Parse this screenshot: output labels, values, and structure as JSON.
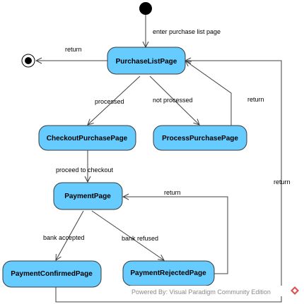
{
  "diagram": {
    "states": {
      "purchase_list": "PurchaseListPage",
      "checkout_purchase": "CheckoutPurchasePage",
      "process_purchase": "ProcessPurchasePage",
      "payment": "PaymentPage",
      "payment_confirmed": "PaymentConfirmedPage",
      "payment_rejected": "PaymentRejectedPage"
    },
    "transitions": {
      "enter": "enter purchase list page",
      "return_to_final": "return",
      "processed": "processed",
      "not_processed": "not processed",
      "return_from_process": "return",
      "proceed_to_checkout": "proceed to checkout",
      "bank_accepted": "bank accepted",
      "bank_refused": "bank refused",
      "return_from_rejected": "return",
      "return_from_confirmed": "return"
    },
    "watermark": "Powered By: Visual Paradigm Community Edition",
    "colors": {
      "state_fill": "#66CCFF",
      "state_stroke": "#3A3A3A",
      "line": "#404040"
    }
  }
}
